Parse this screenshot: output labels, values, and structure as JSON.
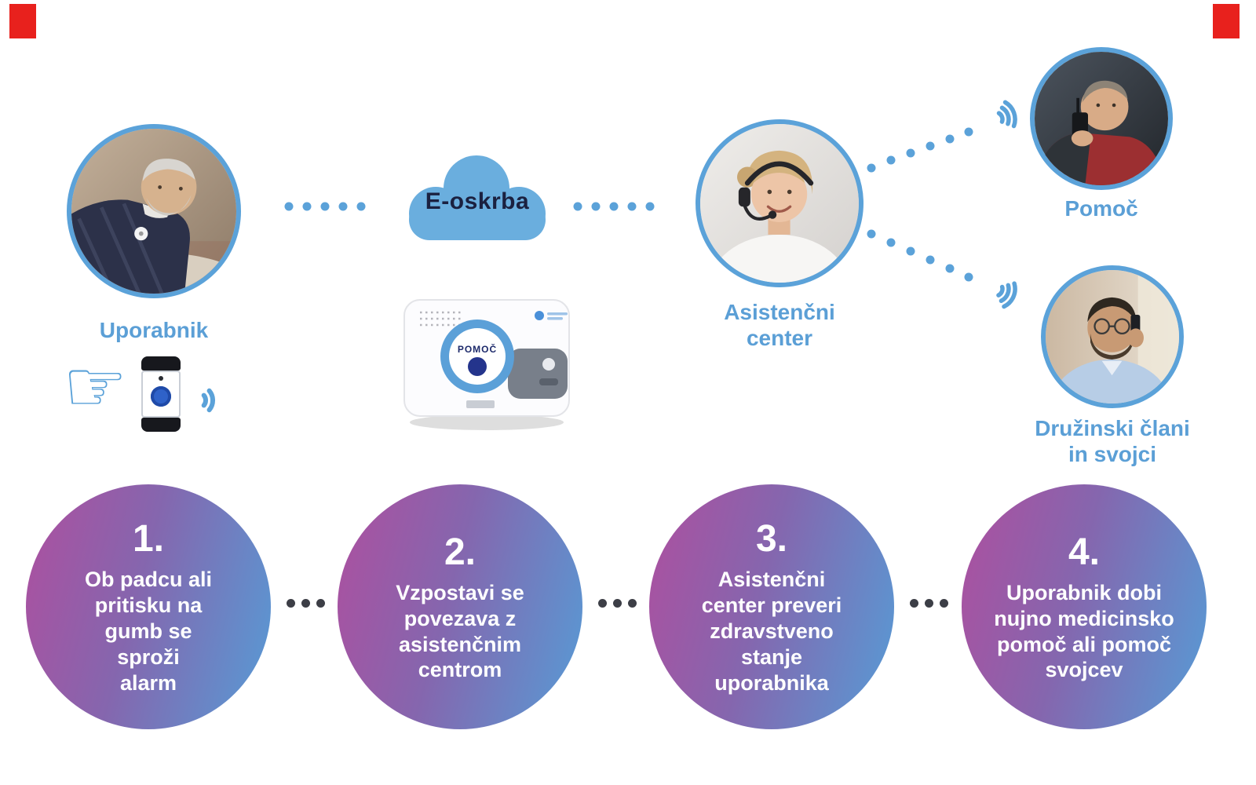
{
  "colors": {
    "accent_blue": "#5ba2d9",
    "label_blue": "#5b9fd6",
    "cloud_blue": "#6aaede",
    "gradient_purple": "#ae4f9f",
    "gradient_blue": "#569cd6",
    "crop_red": "#e8211d",
    "dark_navy": "#1b2140"
  },
  "nodes": {
    "user_label": "Uporabnik",
    "cloud_label": "E-oskrba",
    "assistance_label": "Asistenčni\ncenter",
    "help_label": "Pomoč",
    "family_label": "Družinski člani\nin svojci",
    "device_button_label": "POMOČ"
  },
  "steps": [
    {
      "number": "1.",
      "text": "Ob padcu ali\npritisku na\ngumb se\nsproži\nalarm"
    },
    {
      "number": "2.",
      "text": "Vzpostavi se\npovezava z\nasistenčnim\ncentrom"
    },
    {
      "number": "3.",
      "text": "Asistenčni\ncenter preveri\nzdravstveno\nstanje\nuporabnika"
    },
    {
      "number": "4.",
      "text": "Uporabnik dobi\nnujno medicinsko\npomoč ali pomoč\nsvojcev"
    }
  ]
}
